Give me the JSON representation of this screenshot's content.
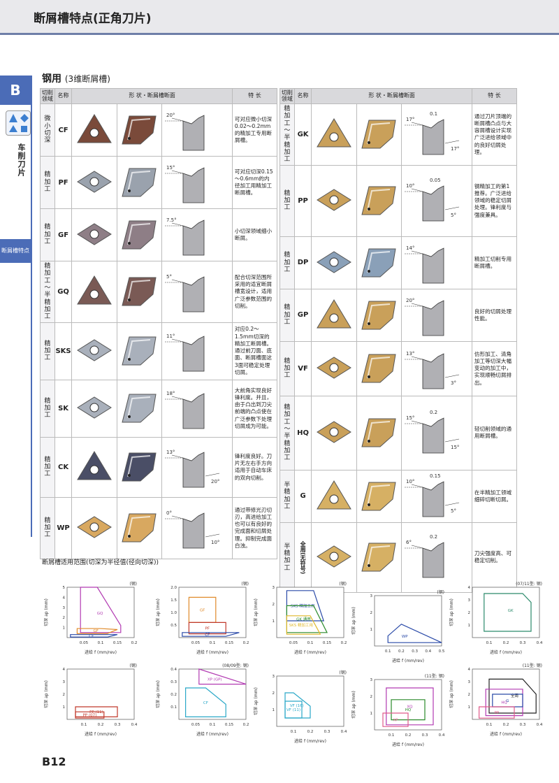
{
  "header": {
    "title": "断屑槽特点(正角刀片)"
  },
  "sidebar": {
    "letter": "B",
    "category": "车削刀片",
    "active": "断屑槽特点"
  },
  "section": {
    "title": "钢用",
    "subtitle": "(3维断屑槽)"
  },
  "table_headers": {
    "area": "切削领域",
    "name": "名称",
    "shape": "形 状・断屑槽断面",
    "feature": "特 长"
  },
  "left_rows": [
    {
      "area": "微小切深",
      "name": "CF",
      "angle1": "20°",
      "angle2": "",
      "desc": "可对应微小切深0.02～0.2mm的精加工专用断屑槽。",
      "color": "#7a4a3a"
    },
    {
      "area": "精加工",
      "name": "PF",
      "angle1": "15°",
      "angle2": "",
      "desc": "可对应切深0.15～0.6mm的内径加工用精加工断屑槽。",
      "color": "#9aa2ad"
    },
    {
      "area": "精加工",
      "name": "GF",
      "angle1": "7.5°",
      "angle2": "",
      "desc": "小切深领域细小断屑。",
      "color": "#8e7e86"
    },
    {
      "area": "精加工～半精加工",
      "name": "GQ",
      "angle1": "5°",
      "angle2": "",
      "desc": "配合切深范围所采用的适宜断屑槽宽设计，适用广泛参数范围的切削。",
      "color": "#7a5a55"
    },
    {
      "area": "精加工",
      "name": "SKS",
      "angle1": "11°",
      "angle2": "",
      "desc": "对应0.2～1.5mm切深的精加工断屑槽。通过前刀面、底面、断屑槽面这3面可稳定处理切屑。",
      "color": "#a9b0bb"
    },
    {
      "area": "精加工",
      "name": "SK",
      "angle1": "18°",
      "angle2": "",
      "desc": "大前角实现良好锋利度。并且，由于凸出到刀尖前端的凸点使在广泛参数下处理切屑成为可能。",
      "color": "#a9b0bb"
    },
    {
      "area": "精加工",
      "name": "CK",
      "angle1": "13°",
      "angle2": "20°",
      "desc": "锋利度良好。刀片无左右手方向适用于自动车床的双向切削。",
      "color": "#4a4e66"
    },
    {
      "area": "精加工",
      "name": "WP",
      "angle1": "0°",
      "angle2": "10°",
      "desc": "通过带修光刃切刃，高进给加工也可以有良好的完成面和切屑处理。抑制完成面白浊。",
      "color": "#d8a860"
    }
  ],
  "right_rows": [
    {
      "area": "精加工～半精加工",
      "name": "GK",
      "angle1": "17°",
      "angle2": "17°",
      "dim": "0.1",
      "desc": "通过刀片顶端的断屑槽凸点与大容屑槽设计实现广泛进给领域中的良好切屑处理。",
      "color": "#c9a05a"
    },
    {
      "area": "精加工",
      "name": "PP",
      "angle1": "10°",
      "angle2": "5°",
      "dim": "0.05",
      "desc": "钢精加工的第1推荐。广泛进给领域的稳定切屑处理。锋利度与强度兼具。",
      "color": "#c9a05a"
    },
    {
      "area": "精加工",
      "name": "DP",
      "angle1": "14°",
      "angle2": "",
      "dim": "",
      "desc": "精加工切削专用断屑槽。",
      "color": "#8aa0b8"
    },
    {
      "area": "精加工",
      "name": "GP",
      "angle1": "20°",
      "angle2": "",
      "dim": "",
      "desc": "良好的切屑处理性能。",
      "color": "#c9a05a"
    },
    {
      "area": "精加工",
      "name": "VF",
      "angle1": "13°",
      "angle2": "3°",
      "dim": "",
      "desc": "仿形加工、清角加工等切深大幅变动的加工中，实现顺畅切屑排出。",
      "color": "#c9a05a"
    },
    {
      "area": "精加工～半精加工",
      "name": "HQ",
      "angle1": "15°",
      "angle2": "15°",
      "dim": "0.2",
      "desc": "轻切削领域的通用断屑槽。",
      "color": "#c9a05a"
    },
    {
      "area": "半精加工",
      "name": "G",
      "angle1": "10°",
      "angle2": "5°",
      "dim": "0.15",
      "desc": "在半精加工领域细碎切断切屑。",
      "color": "#d6b064"
    },
    {
      "area": "半精加工",
      "name": "全周(无符号)",
      "angle1": "6°",
      "angle2": "",
      "dim": "0.2",
      "desc": "刀尖强度高、可稳定切削。",
      "color": "#d6b064"
    }
  ],
  "charts_title": "断屑槽适用范围(切深为半径值(径向切深))",
  "chart_data": [
    {
      "type": "area",
      "tag": "(钢)",
      "xlabel": "进给 f (mm/rev)",
      "ylabel": "切深 ap (mm)",
      "xlim": [
        0,
        0.2
      ],
      "ylim": [
        0,
        5
      ],
      "xticks": [
        "0.05",
        "0.1",
        "0.15",
        "0.2"
      ],
      "yticks": [
        "1",
        "2",
        "3",
        "4",
        "5"
      ],
      "series": [
        {
          "name": "GQ",
          "color": "#b23ab2",
          "points": [
            [
              0.04,
              5
            ],
            [
              0.09,
              5
            ],
            [
              0.16,
              1.2
            ],
            [
              0.16,
              0.5
            ],
            [
              0.04,
              0.5
            ]
          ]
        },
        {
          "name": "GF",
          "color": "#e08a2a",
          "points": [
            [
              0.03,
              0.4
            ],
            [
              0.12,
              0.4
            ],
            [
              0.15,
              0.8
            ],
            [
              0.1,
              0.9
            ],
            [
              0.03,
              0.9
            ]
          ]
        },
        {
          "name": "CF",
          "color": "#2a4aa8",
          "points": [
            [
              0.01,
              0.05
            ],
            [
              0.12,
              0.05
            ],
            [
              0.15,
              0.3
            ],
            [
              0.01,
              0.3
            ]
          ]
        }
      ]
    },
    {
      "type": "area",
      "tag": "(钢)",
      "xlabel": "进给 f (mm/rev)",
      "ylabel": "切深 ap (mm)",
      "xlim": [
        0,
        0.2
      ],
      "ylim": [
        0,
        2.0
      ],
      "xticks": [
        "0.05",
        "0.1",
        "0.15",
        "0.2"
      ],
      "yticks": [
        "0.5",
        "1.0",
        "1.5",
        "2.0"
      ],
      "series": [
        {
          "name": "GF",
          "color": "#e08a2a",
          "points": [
            [
              0.03,
              1.6
            ],
            [
              0.11,
              1.6
            ],
            [
              0.11,
              0.6
            ],
            [
              0.03,
              0.6
            ]
          ]
        },
        {
          "name": "PF",
          "color": "#c0392b",
          "points": [
            [
              0.03,
              0.15
            ],
            [
              0.14,
              0.15
            ],
            [
              0.14,
              0.6
            ],
            [
              0.03,
              0.6
            ]
          ]
        },
        {
          "name": "CF",
          "color": "#2a4aa8",
          "points": [
            [
              0.01,
              0.05
            ],
            [
              0.14,
              0.05
            ],
            [
              0.18,
              0.2
            ],
            [
              0.01,
              0.2
            ]
          ]
        }
      ]
    },
    {
      "type": "area",
      "tag": "(钢)",
      "xlabel": "进给 f (mm/rev)",
      "ylabel": "切深 ap (mm)",
      "xlim": [
        0,
        0.2
      ],
      "ylim": [
        0,
        3
      ],
      "xticks": [
        "0.05",
        "0.1",
        "0.15",
        "0.2"
      ],
      "yticks": [
        "1",
        "2",
        "3"
      ],
      "series": [
        {
          "name": "SKS 精加工用",
          "color": "#2a4aa8",
          "points": [
            [
              0.03,
              2.8
            ],
            [
              0.11,
              2.8
            ],
            [
              0.14,
              1.0
            ],
            [
              0.03,
              1.0
            ]
          ]
        },
        {
          "name": "GK 通用",
          "color": "#2a8a2a",
          "points": [
            [
              0.03,
              1.9
            ],
            [
              0.11,
              1.9
            ],
            [
              0.15,
              0.3
            ],
            [
              0.03,
              0.3
            ]
          ]
        },
        {
          "name": "SKS 精加工用",
          "color": "#e0b82a",
          "points": [
            [
              0.03,
              1.3
            ],
            [
              0.1,
              1.3
            ],
            [
              0.13,
              0.2
            ],
            [
              0.03,
              0.2
            ]
          ]
        }
      ]
    },
    {
      "type": "area",
      "tag": "(钢)",
      "xlabel": "进给 f (mm/rev)",
      "ylabel": "切深 ap (mm)",
      "xlim": [
        0,
        0.5
      ],
      "ylim": [
        0,
        3
      ],
      "xticks": [
        "0.1",
        "0.2",
        "0.3",
        "0.4",
        "0.5"
      ],
      "yticks": [
        "1",
        "2",
        "3"
      ],
      "series": [
        {
          "name": "WP",
          "color": "#2a4aa8",
          "points": [
            [
              0.1,
              0.2
            ],
            [
              0.1,
              0.6
            ],
            [
              0.2,
              1.3
            ],
            [
              0.5,
              0.2
            ]
          ]
        }
      ]
    },
    {
      "type": "area",
      "tag": "(07/11型: 钢)",
      "xlabel": "进给 f (mm/rev)",
      "ylabel": "切深 ap (mm)",
      "xlim": [
        0,
        0.4
      ],
      "ylim": [
        0,
        4
      ],
      "xticks": [
        "0.1",
        "0.2",
        "0.3",
        "0.4"
      ],
      "yticks": [
        "1",
        "2",
        "3",
        "4"
      ],
      "series": [
        {
          "name": "GK",
          "color": "#2a8a6a",
          "points": [
            [
              0.07,
              3.5
            ],
            [
              0.3,
              3.5
            ],
            [
              0.35,
              2.8
            ],
            [
              0.35,
              0.5
            ],
            [
              0.07,
              0.5
            ]
          ]
        }
      ]
    },
    {
      "type": "area",
      "tag": "(钢)",
      "xlabel": "进给 f (mm/rev)",
      "ylabel": "切深 ap (mm)",
      "xlim": [
        0,
        0.4
      ],
      "ylim": [
        0,
        4
      ],
      "xticks": [
        "0.1",
        "0.2",
        "0.3",
        "0.4"
      ],
      "yticks": [
        "1",
        "2",
        "3",
        "4"
      ],
      "series": [
        {
          "name": "PP (11)",
          "color": "#c0392b",
          "points": [
            [
              0.05,
              1.0
            ],
            [
              0.3,
              1.0
            ],
            [
              0.3,
              0.2
            ],
            [
              0.05,
              0.2
            ]
          ]
        },
        {
          "name": "PP (07)",
          "color": "#c0392b",
          "points": [
            [
              0.05,
              0.6
            ],
            [
              0.22,
              0.6
            ],
            [
              0.22,
              0.1
            ],
            [
              0.05,
              0.1
            ]
          ]
        }
      ]
    },
    {
      "type": "area",
      "tag": "(08/09型: 钢)",
      "xlabel": "进给 f (mm/rev)",
      "ylabel": "切深 ap (mm)",
      "xlim": [
        0,
        0.2
      ],
      "ylim": [
        0,
        0.4
      ],
      "xticks": [
        "0.05",
        "0.1",
        "0.15",
        "0.2"
      ],
      "yticks": [
        "0.1",
        "0.2",
        "0.3",
        "0.4"
      ],
      "series": [
        {
          "name": "XP (GP)",
          "color": "#b23ab2",
          "points": [
            [
              0.06,
              0.4
            ],
            [
              0.06,
              0.28
            ],
            [
              0.2,
              0.28
            ]
          ]
        },
        {
          "name": "CF",
          "color": "#2aa8c8",
          "points": [
            [
              0.02,
              0.25
            ],
            [
              0.08,
              0.25
            ],
            [
              0.14,
              0.12
            ],
            [
              0.14,
              0.02
            ],
            [
              0.02,
              0.02
            ]
          ]
        }
      ]
    },
    {
      "type": "area",
      "tag": "(钢)",
      "xlabel": "进给 f (mm/rev)",
      "ylabel": "切深 ap (mm)",
      "xlim": [
        0,
        0.4
      ],
      "ylim": [
        0,
        3
      ],
      "xticks": [
        "0.1",
        "0.2",
        "0.3",
        "0.4"
      ],
      "yticks": [
        "1",
        "2",
        "3"
      ],
      "series": [
        {
          "name": "VF (16)",
          "color": "#2aa8c8",
          "points": [
            [
              0.05,
              2.0
            ],
            [
              0.1,
              2.0
            ],
            [
              0.2,
              1.2
            ],
            [
              0.2,
              0.5
            ],
            [
              0.05,
              0.5
            ]
          ]
        },
        {
          "name": "VF (11)",
          "color": "#2aa8c8",
          "points": [
            [
              0.05,
              1.5
            ],
            [
              0.15,
              1.5
            ],
            [
              0.15,
              0.5
            ],
            [
              0.05,
              0.5
            ]
          ]
        }
      ]
    },
    {
      "type": "area",
      "tag": "(11型: 钢)",
      "xlabel": "进给 f (mm/rev)",
      "ylabel": "切深 ap (mm)",
      "xlim": [
        0,
        0.4
      ],
      "ylim": [
        0,
        3
      ],
      "xticks": [
        "0.1",
        "0.2",
        "0.3",
        "0.4"
      ],
      "yticks": [
        "1",
        "2",
        "3"
      ],
      "series": [
        {
          "name": "HQ",
          "color": "#2a8a2a",
          "points": [
            [
              0.1,
              1.8
            ],
            [
              0.3,
              1.8
            ],
            [
              0.3,
              0.6
            ],
            [
              0.1,
              0.6
            ]
          ]
        },
        {
          "name": "XQ",
          "color": "#b23ab2",
          "points": [
            [
              0.07,
              2.5
            ],
            [
              0.35,
              2.5
            ],
            [
              0.35,
              0.3
            ],
            [
              0.07,
              0.3
            ]
          ]
        },
        {
          "name": "XP",
          "color": "#e05a8a",
          "points": [
            [
              0.05,
              1.0
            ],
            [
              0.2,
              1.0
            ],
            [
              0.2,
              0.2
            ],
            [
              0.05,
              0.2
            ]
          ]
        }
      ]
    },
    {
      "type": "area",
      "tag": "(11型: 钢)",
      "xlabel": "进给 f (mm/rev)",
      "ylabel": "切深 ap (mm)",
      "xlim": [
        0,
        0.4
      ],
      "ylim": [
        0,
        4
      ],
      "xticks": [
        "0.1",
        "0.2",
        "0.3",
        "0.4"
      ],
      "yticks": [
        "1",
        "2",
        "3",
        "4"
      ],
      "series": [
        {
          "name": "全周",
          "color": "#222222",
          "points": [
            [
              0.1,
              3.2
            ],
            [
              0.3,
              3.2
            ],
            [
              0.38,
              2.0
            ],
            [
              0.38,
              0.5
            ],
            [
              0.1,
              0.5
            ]
          ]
        },
        {
          "name": "HQ",
          "color": "#b23ab2",
          "points": [
            [
              0.08,
              2.4
            ],
            [
              0.3,
              2.4
            ],
            [
              0.3,
              0.3
            ],
            [
              0.08,
              0.3
            ]
          ]
        },
        {
          "name": "G",
          "color": "#2a4aa8",
          "points": [
            [
              0.12,
              2.0
            ],
            [
              0.3,
              2.0
            ],
            [
              0.3,
              1.0
            ],
            [
              0.12,
              1.0
            ]
          ]
        },
        {
          "name": "PP",
          "color": "#e05a8a",
          "points": [
            [
              0.04,
              1.0
            ],
            [
              0.25,
              1.0
            ],
            [
              0.25,
              0.1
            ],
            [
              0.04,
              0.1
            ]
          ]
        }
      ]
    }
  ],
  "page_number": "B12"
}
